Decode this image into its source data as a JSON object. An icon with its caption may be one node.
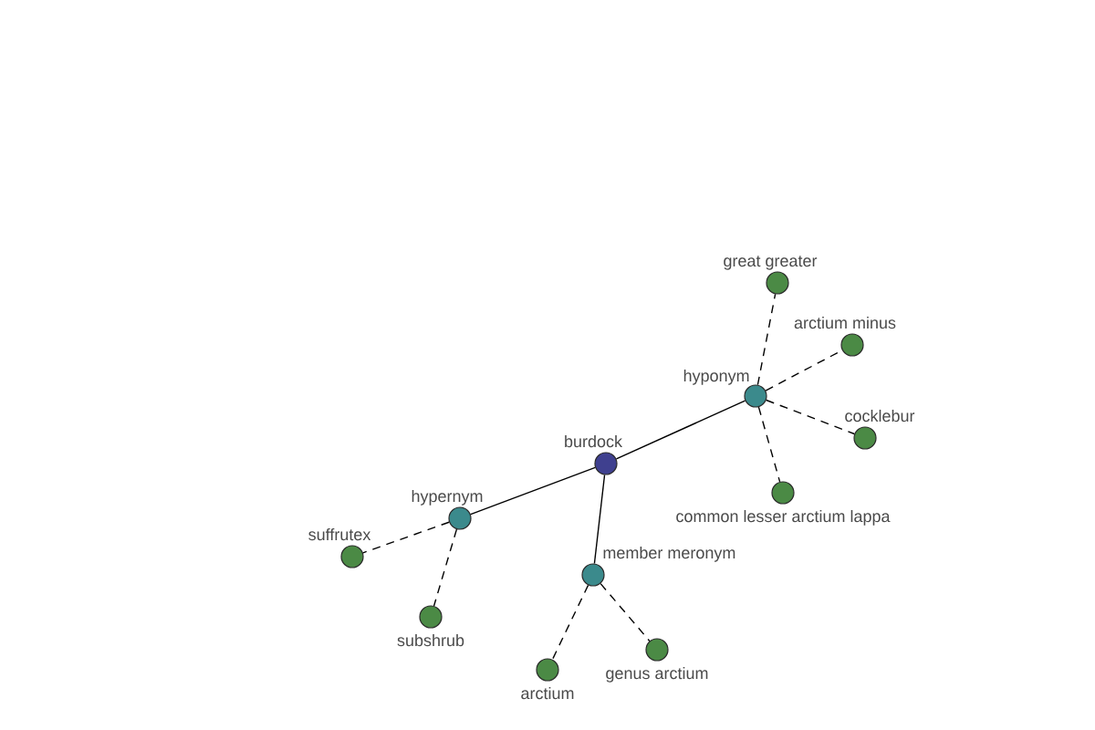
{
  "diagram": {
    "nodes": [
      {
        "text": [
          "great greater"
        ]
      },
      {
        "text": [
          "arctium minus"
        ]
      },
      {
        "text": [
          "hyponym"
        ]
      },
      {
        "text": [
          "cocklebur"
        ]
      },
      {
        "text": [
          "burdock"
        ]
      },
      {
        "text": [
          "common lesser arctium lappa"
        ]
      },
      {
        "text": [
          "hypernym"
        ]
      },
      {
        "text": [
          "suffrutex"
        ]
      },
      {
        "text": [
          "member meronym"
        ]
      },
      {
        "text": [
          "subshrub"
        ]
      },
      {
        "text": [
          "genus arctium"
        ]
      },
      {
        "text": [
          "arctium"
        ]
      }
    ],
    "edges": [
      {
        "from": 4,
        "to": 2,
        "arrow": "none"
      },
      {
        "from": 4,
        "to": 6,
        "arrow": "none"
      },
      {
        "from": 4,
        "to": 8,
        "arrow": "none"
      },
      {
        "from": 2,
        "to": 0,
        "arrow": "none",
        "style": "dashed"
      },
      {
        "from": 2,
        "to": 1,
        "arrow": "none",
        "style": "dashed"
      },
      {
        "from": 2,
        "to": 3,
        "arrow": "none",
        "style": "dashed"
      },
      {
        "from": 2,
        "to": 5,
        "arrow": "none",
        "style": "dashed"
      },
      {
        "from": 6,
        "to": 7,
        "arrow": "none",
        "style": "dashed"
      },
      {
        "from": 6,
        "to": 9,
        "arrow": "none",
        "style": "dashed"
      },
      {
        "from": 8,
        "to": 11,
        "arrow": "none",
        "style": "dashed"
      },
      {
        "from": 8,
        "to": 10,
        "arrow": "none",
        "style": "dashed"
      }
    ]
  }
}
